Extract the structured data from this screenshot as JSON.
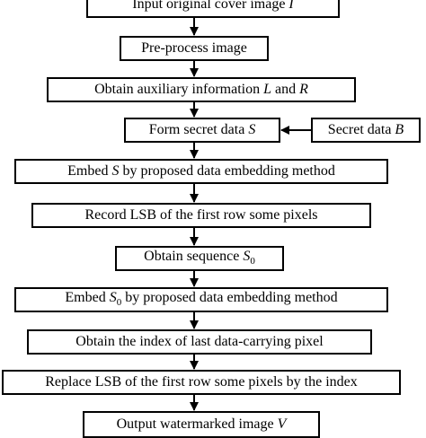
{
  "diagram": {
    "nodes": [
      {
        "id": "input",
        "pre": "Input original cover image ",
        "it": "I",
        "post": ""
      },
      {
        "id": "preprocess",
        "pre": "Pre-process image",
        "it": "",
        "post": ""
      },
      {
        "id": "auxinfo",
        "pre": "Obtain auxiliary information ",
        "it": "L",
        "post": " and ",
        "it2": "R"
      },
      {
        "id": "formsecret",
        "pre": "Form secret data ",
        "it": "S",
        "post": ""
      },
      {
        "id": "secretb",
        "pre": "Secret data ",
        "it": "B",
        "post": ""
      },
      {
        "id": "embeds",
        "pre": "Embed ",
        "it": "S",
        "post": " by proposed data embedding method"
      },
      {
        "id": "recordlsb",
        "pre": "Record  LSB of the first row some pixels",
        "it": "",
        "post": ""
      },
      {
        "id": "obtainseq",
        "pre": "Obtain sequence ",
        "it": "S",
        "sub": "0",
        "post": ""
      },
      {
        "id": "embeds0",
        "pre": "Embed ",
        "it": "S",
        "sub": "0",
        "post": " by proposed data embedding method"
      },
      {
        "id": "obtainindex",
        "pre": "Obtain the index of last data-carrying pixel",
        "it": "",
        "post": ""
      },
      {
        "id": "replacelsb",
        "pre": "Replace LSB of the first row some pixels by the index",
        "it": "",
        "post": ""
      },
      {
        "id": "output",
        "pre": "Output watermarked image ",
        "it": "V",
        "post": ""
      }
    ]
  }
}
